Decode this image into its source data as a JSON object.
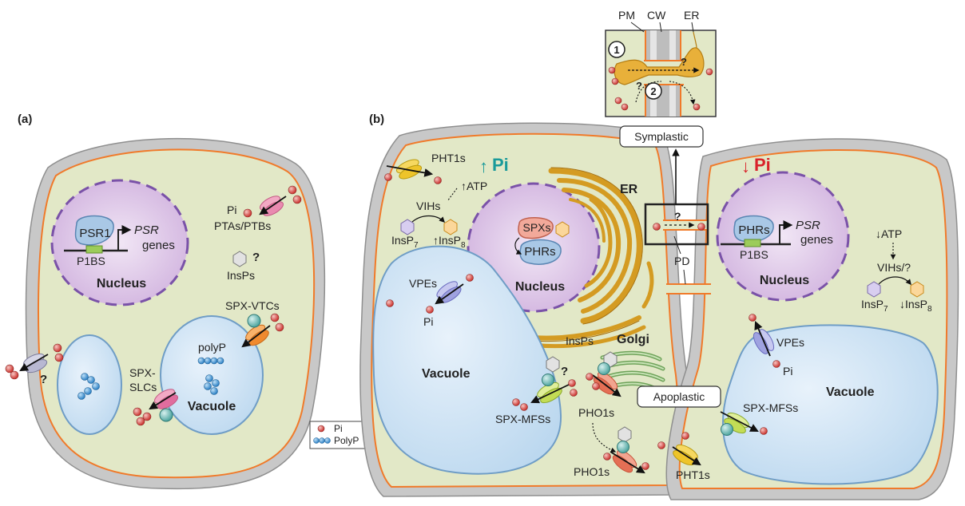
{
  "panel_a": {
    "label": "(a)",
    "nucleus": "Nucleus",
    "psr1": "PSR1",
    "psr_genes_1": "PSR",
    "psr_genes_2": "genes",
    "p1bs": "P1BS",
    "pi": "Pi",
    "ptas": "PTAs/PTBs",
    "q1": "?",
    "insps": "InsPs",
    "spx_vtcs": "SPX-VTCs",
    "polyp": "polyP",
    "spx_slcs_1": "SPX-",
    "spx_slcs_2": "SLCs",
    "vacuole": "Vacuole",
    "q2": "?"
  },
  "legend": {
    "pi": "Pi",
    "polyp": "PolyP"
  },
  "inset": {
    "pm": "PM",
    "cw": "CW",
    "er": "ER",
    "n1": "1",
    "n2": "2",
    "q1": "?",
    "q2": "?",
    "symplastic": "Symplastic"
  },
  "panel_b": {
    "label": "(b)",
    "pht1s_top": "PHT1s",
    "up_pi_arrow": "↑",
    "up_pi": "Pi",
    "er": "ER",
    "atp": "↑ATP",
    "vihs": "VIHs",
    "insp7": "InsP",
    "insp7_sub": "7",
    "insp8": "↑InsP",
    "insp8_sub": "8",
    "spxs": "SPXs",
    "phrs": "PHRs",
    "nucleus": "Nucleus",
    "vpes": "VPEs",
    "pi": "Pi",
    "vacuole": "Vacuole",
    "golgi": "Golgi",
    "insps": "InsPs",
    "q": "?",
    "spx_mfss": "SPX-MFSs",
    "pho1s_1": "PHO1s",
    "pho1s_2": "PHO1s",
    "pd_q": "?",
    "pd": "PD",
    "apoplastic": "Apoplastic",
    "pht1s_bottom": "PHT1s",
    "down_pi_arrow": "↓",
    "down_pi": "Pi",
    "phrs_r": "PHRs",
    "psr_genes_1": "PSR",
    "psr_genes_2": "genes",
    "p1bs": "P1BS",
    "nucleus_r": "Nucleus",
    "atp_r": "↓ATP",
    "vihs_r": "VIHs/?",
    "insp7_r": "InsP",
    "insp7_r_sub": "7",
    "insp8_r": "↓InsP",
    "insp8_r_sub": "8",
    "vpes_r": "VPEs",
    "pi_r": "Pi",
    "vacuole_r": "Vacuole",
    "spx_mfss_r": "SPX-MFSs"
  },
  "colors": {
    "cell_wall": "#c8c8c8",
    "cytoplasm": "#e2e8c7",
    "membrane": "#f07a2a",
    "nucleus": "#dcc3e6",
    "nucleus_border": "#7a52a8",
    "vacuole": "#cfe3f3",
    "vacuole_border": "#6f9dc6",
    "er": "#d9a22f",
    "pi_dot": "#d9534f",
    "polyp": "#3a8fd0",
    "teal": "#1a9a9a",
    "red": "#d9232b"
  }
}
